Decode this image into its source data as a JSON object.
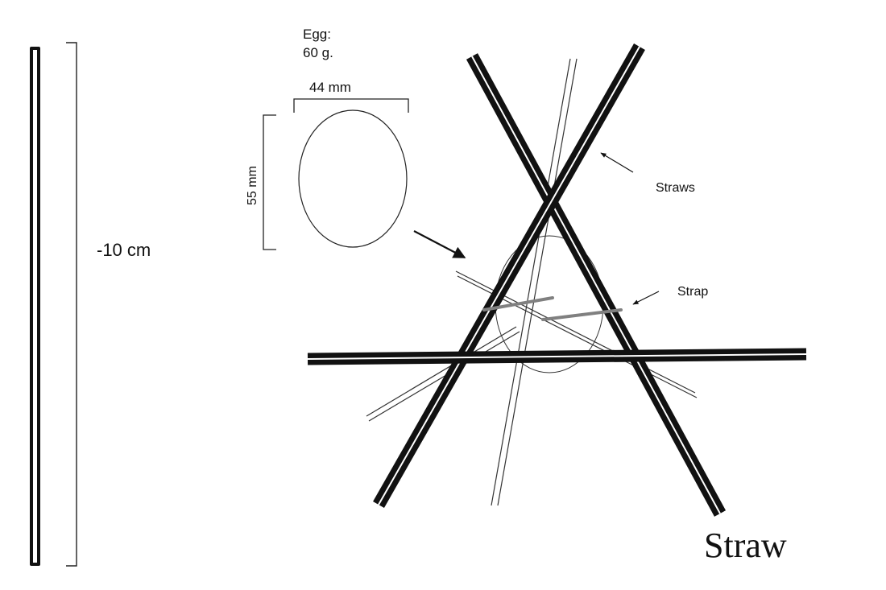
{
  "labels": {
    "egg_title": "Egg:",
    "egg_mass": "60 g.",
    "egg_width": "44 mm",
    "egg_height": "55 mm",
    "straw_length": "-10 cm",
    "straws": "Straws",
    "strap": "Strap",
    "straw_caption": "Straw"
  },
  "colors": {
    "ink": "#111111",
    "thin_line": "#333333",
    "strap": "#808080",
    "background": "#ffffff"
  }
}
